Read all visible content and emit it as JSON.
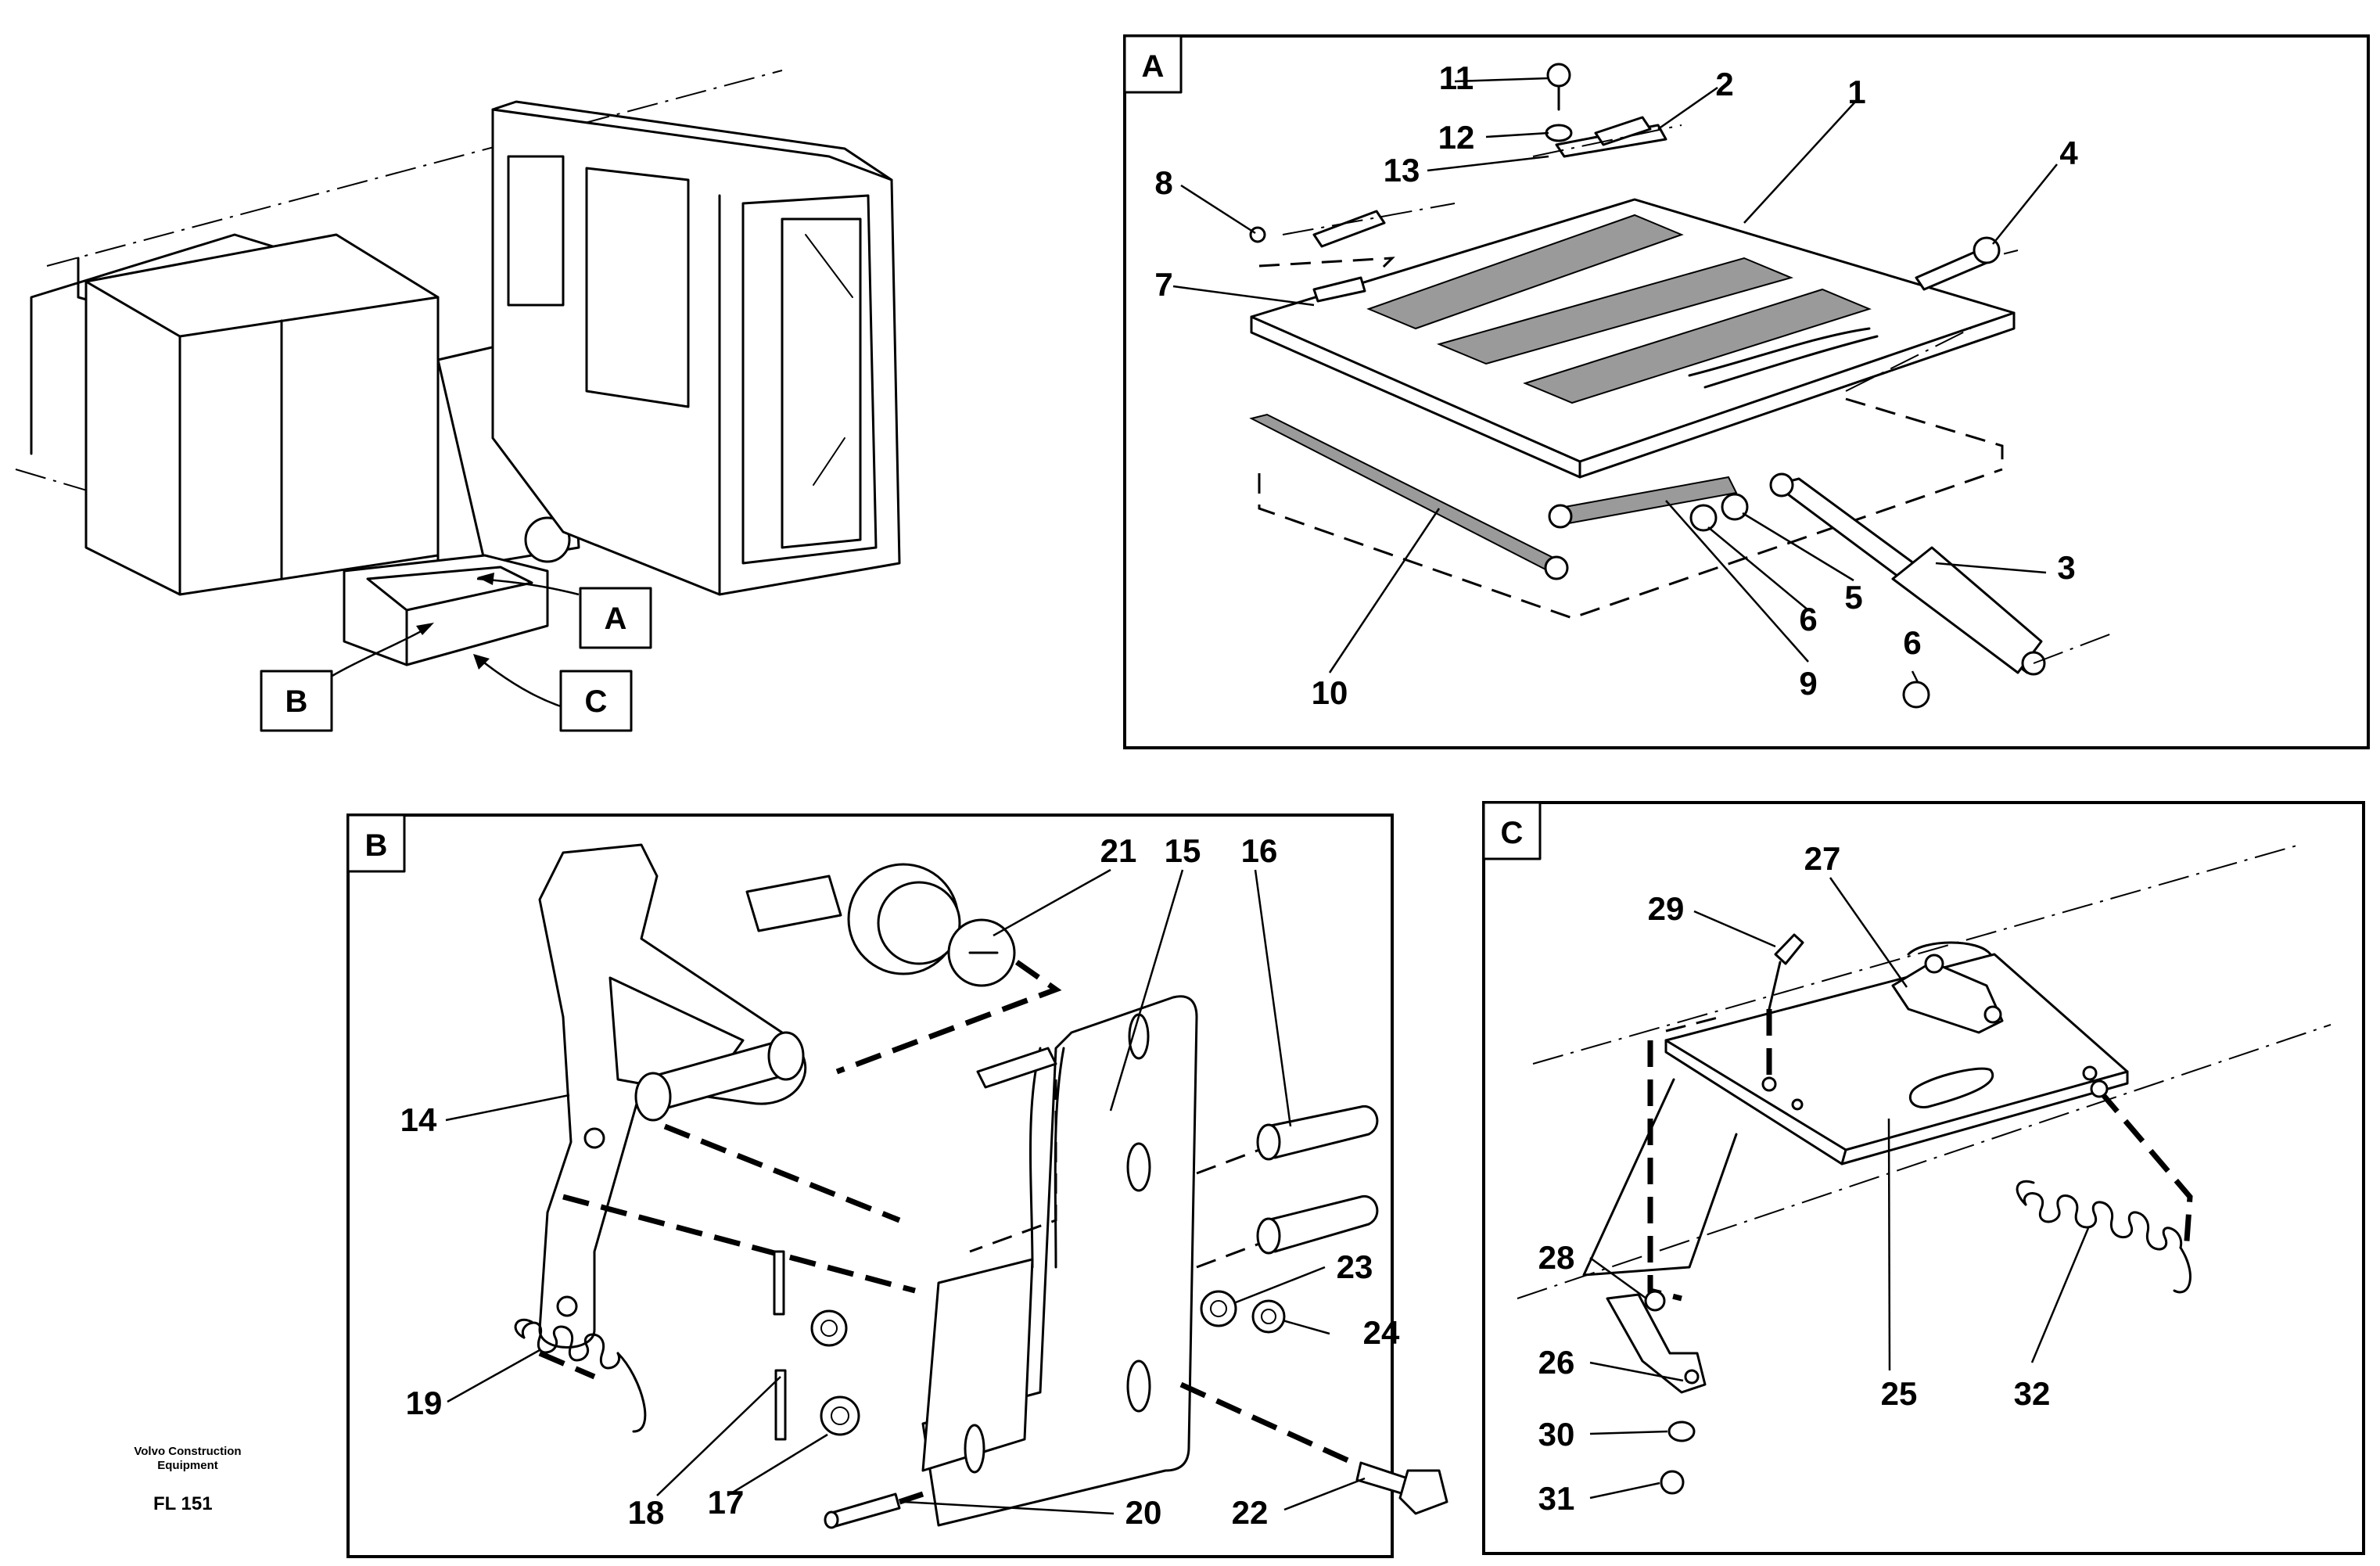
{
  "overview": {
    "view_labels": {
      "a": "A",
      "b": "B",
      "c": "C"
    }
  },
  "panels": {
    "a": {
      "label": "A"
    },
    "b": {
      "label": "B"
    },
    "c": {
      "label": "C"
    }
  },
  "callouts": {
    "a": [
      "1",
      "2",
      "3",
      "4",
      "5",
      "6",
      "6",
      "7",
      "8",
      "9",
      "10",
      "11",
      "12",
      "13"
    ],
    "b": [
      "14",
      "15",
      "16",
      "17",
      "18",
      "19",
      "20",
      "21",
      "22",
      "23",
      "24"
    ],
    "c": [
      "25",
      "26",
      "27",
      "28",
      "29",
      "30",
      "31",
      "32"
    ]
  },
  "footer": {
    "company_line1": "Volvo Construction",
    "company_line2": "Equipment",
    "figure_code": "FL 151"
  }
}
